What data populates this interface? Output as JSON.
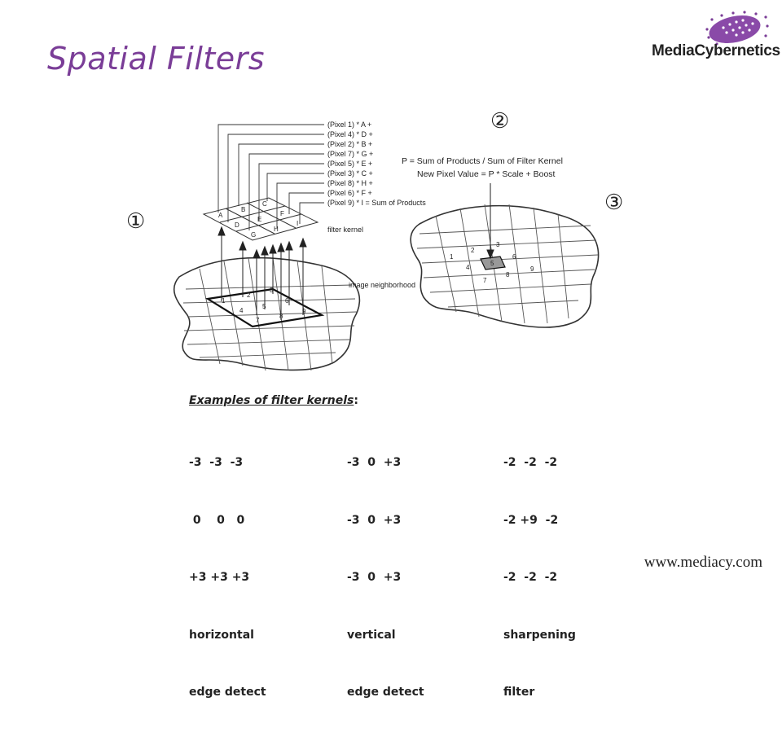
{
  "slide": {
    "title": "Spatial Filters",
    "footer": "www.mediacy.com",
    "brand_color": "#7a3d97"
  },
  "logo": {
    "name": "MediaCybernetics",
    "icon": "dotted-purple-orb-logo"
  },
  "diagram": {
    "step_markers": [
      "①",
      "②",
      "③"
    ],
    "products": [
      "(Pixel 1) * A +",
      "(Pixel 4) * D +",
      "(Pixel 2) * B +",
      "(Pixel 7) * G +",
      "(Pixel 5) * E +",
      "(Pixel 3) * C +",
      "(Pixel 8) * H +",
      "(Pixel 6) * F +",
      "(Pixel 9) * I = Sum of Products"
    ],
    "kernel_letters": [
      "A",
      "B",
      "C",
      "D",
      "E",
      "F",
      "G",
      "H",
      "I"
    ],
    "pixel_numbers": [
      "1",
      "2",
      "3",
      "4",
      "5",
      "6",
      "7",
      "8",
      "9"
    ],
    "filter_kernel_label": "filter kernel",
    "neighborhood_label": "image neighborhood",
    "formula_line1": "P = Sum of Products / Sum of Filter Kernel",
    "formula_line2": "New Pixel Value = P * Scale + Boost"
  },
  "kernels": {
    "heading": "Examples of filter kernels",
    "heading_suffix": ":",
    "columns": [
      {
        "rows": [
          "-3  -3  -3",
          " 0    0   0",
          "+3 +3 +3"
        ],
        "label1": "horizontal",
        "label2": "edge detect"
      },
      {
        "rows": [
          "-3  0  +3",
          "-3  0  +3",
          "-3  0  +3"
        ],
        "label1": "vertical",
        "label2": "edge detect"
      },
      {
        "rows": [
          "-2  -2  -2",
          "-2 +9  -2",
          "-2  -2  -2"
        ],
        "label1": "sharpening",
        "label2": "filter"
      }
    ]
  }
}
